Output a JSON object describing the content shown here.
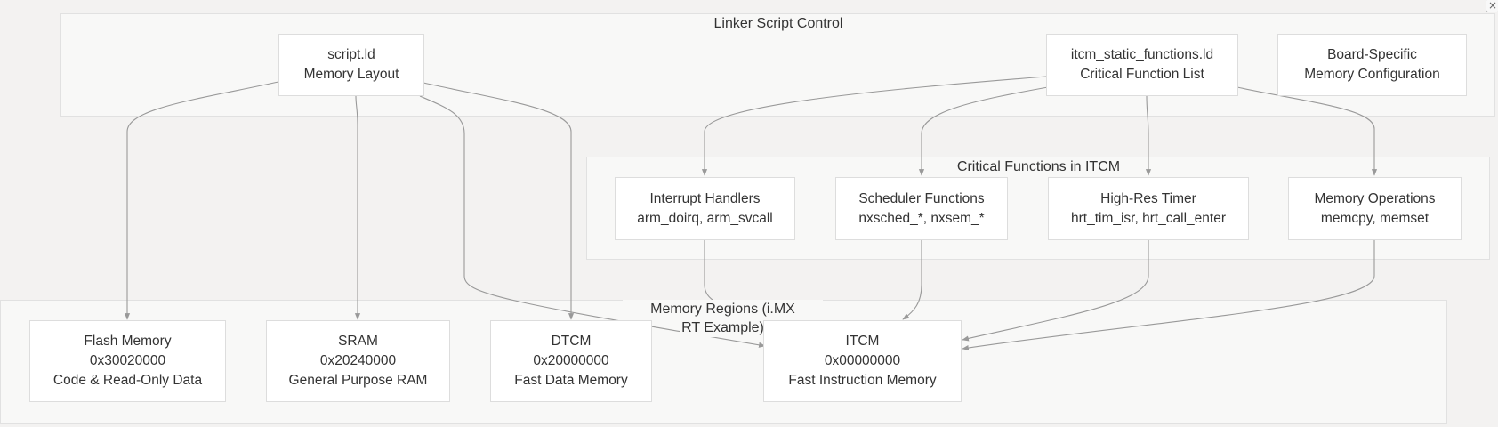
{
  "clusters": {
    "linker": {
      "title": "Linker Script Control"
    },
    "critical": {
      "title": "Critical Functions in ITCM"
    },
    "memory": {
      "title_line1": "Memory Regions (i.MX",
      "title_line2": "RT Example)"
    }
  },
  "nodes": {
    "script": {
      "line1": "script.ld",
      "line2": "Memory Layout"
    },
    "itcm_list": {
      "line1": "itcm_static_functions.ld",
      "line2": "Critical Function List"
    },
    "board": {
      "line1": "Board-Specific",
      "line2": "Memory Configuration"
    },
    "interrupt": {
      "line1": "Interrupt Handlers",
      "line2": "arm_doirq, arm_svcall"
    },
    "scheduler": {
      "line1": "Scheduler Functions",
      "line2": "nxsched_*, nxsem_*"
    },
    "timer": {
      "line1": "High-Res Timer",
      "line2": "hrt_tim_isr, hrt_call_enter"
    },
    "memops": {
      "line1": "Memory Operations",
      "line2": "memcpy, memset"
    },
    "flash": {
      "line1": "Flash Memory",
      "line2": "0x30020000",
      "line3": "Code & Read-Only Data"
    },
    "sram": {
      "line1": "SRAM",
      "line2": "0x20240000",
      "line3": "General Purpose RAM"
    },
    "dtcm": {
      "line1": "DTCM",
      "line2": "0x20000000",
      "line3": "Fast Data Memory"
    },
    "itcm": {
      "line1": "ITCM",
      "line2": "0x00000000",
      "line3": "Fast Instruction Memory"
    }
  },
  "colors": {
    "background": "#f3f2f1",
    "cluster_fill": "#f8f8f7",
    "node_fill": "#ffffff",
    "edge": "#999999"
  },
  "controls": {
    "close_icon": "close-icon"
  }
}
